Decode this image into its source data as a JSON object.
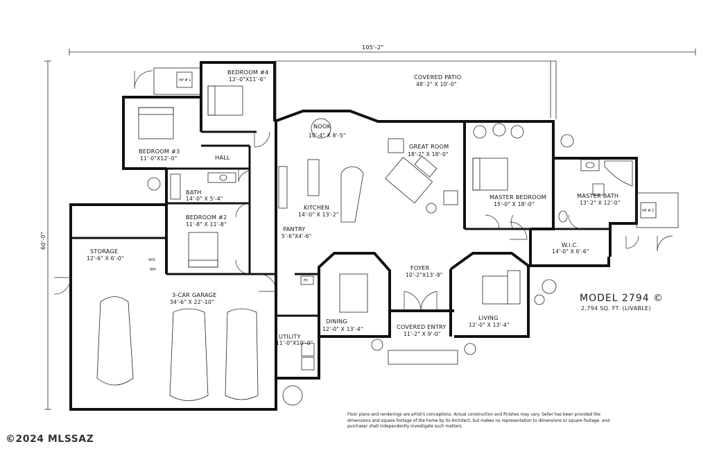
{
  "dimensions": {
    "width": "105'-2\"",
    "depth": "60'-0\""
  },
  "model": {
    "title": "MODEL 2794 ©",
    "sqft": "2,794 SQ. FT. (LIVABLE)"
  },
  "rooms": {
    "bedroom4": {
      "name": "BEDROOM #4",
      "size": "12'-0\"X11'-6\""
    },
    "bedroom3": {
      "name": "BEDROOM #3",
      "size": "11'-0\"X12'-0\""
    },
    "hall": {
      "name": "HALL"
    },
    "bath": {
      "name": "BATH",
      "size": "14'-0\" X 5'-4\""
    },
    "bedroom2": {
      "name": "BEDROOM #2",
      "size": "11'-8\" X 11'-8\""
    },
    "storage": {
      "name": "STORAGE",
      "size": "12'-6\" X 6'-0\""
    },
    "garage": {
      "name": "3-CAR GARAGE",
      "size": "34'-6\" X 22'-10\""
    },
    "utility": {
      "name": "UTILITY",
      "size": "11'-0\"X10'-0\""
    },
    "nook": {
      "name": "NOOK",
      "size": "10'-4\" X 8'-5\""
    },
    "kitchen": {
      "name": "KITCHEN",
      "size": "14'-0\" X 13'-2\""
    },
    "pantry": {
      "name": "PANTRY",
      "size": "5'-6\"X4'-6\""
    },
    "great_room": {
      "name": "GREAT ROOM",
      "size": "18'-2\" X 18'-0\""
    },
    "covered_patio": {
      "name": "COVERED PATIO",
      "size": "48'-2\" X 10'-0\""
    },
    "master_bedroom": {
      "name": "MASTER BEDROOM",
      "size": "15'-0\" X 18'-0\""
    },
    "master_bath": {
      "name": "MASTER BATH",
      "size": "13'-2\" X 12'-0\""
    },
    "wic": {
      "name": "W.I.C.",
      "size": "14'-0\" X 6'-6\""
    },
    "foyer": {
      "name": "FOYER",
      "size": "10'-2\"X13'-8\""
    },
    "dining": {
      "name": "DINING",
      "size": "12'-0\" X 13'-4\""
    },
    "covered_entry": {
      "name": "COVERED ENTRY",
      "size": "11'-2\" X 9'-0\""
    },
    "living": {
      "name": "LIVING",
      "size": "12'-0\" X 13'-4\""
    }
  },
  "equipment": {
    "hp1": "HP # 1",
    "hp2": "HP # 2",
    "fp": "FP",
    "ws": "W/S",
    "wh": "WH"
  },
  "disclaimer": "Floor plans and renderings are artist's conceptions. Actual construction and finishes may vary. Seller has been provided the dimensions and square footage of the home by its Architect, but makes no representation to dimensions or square footage, and purchaser shall independently investigate such matters.",
  "watermark": "©2024 MLSSAZ"
}
